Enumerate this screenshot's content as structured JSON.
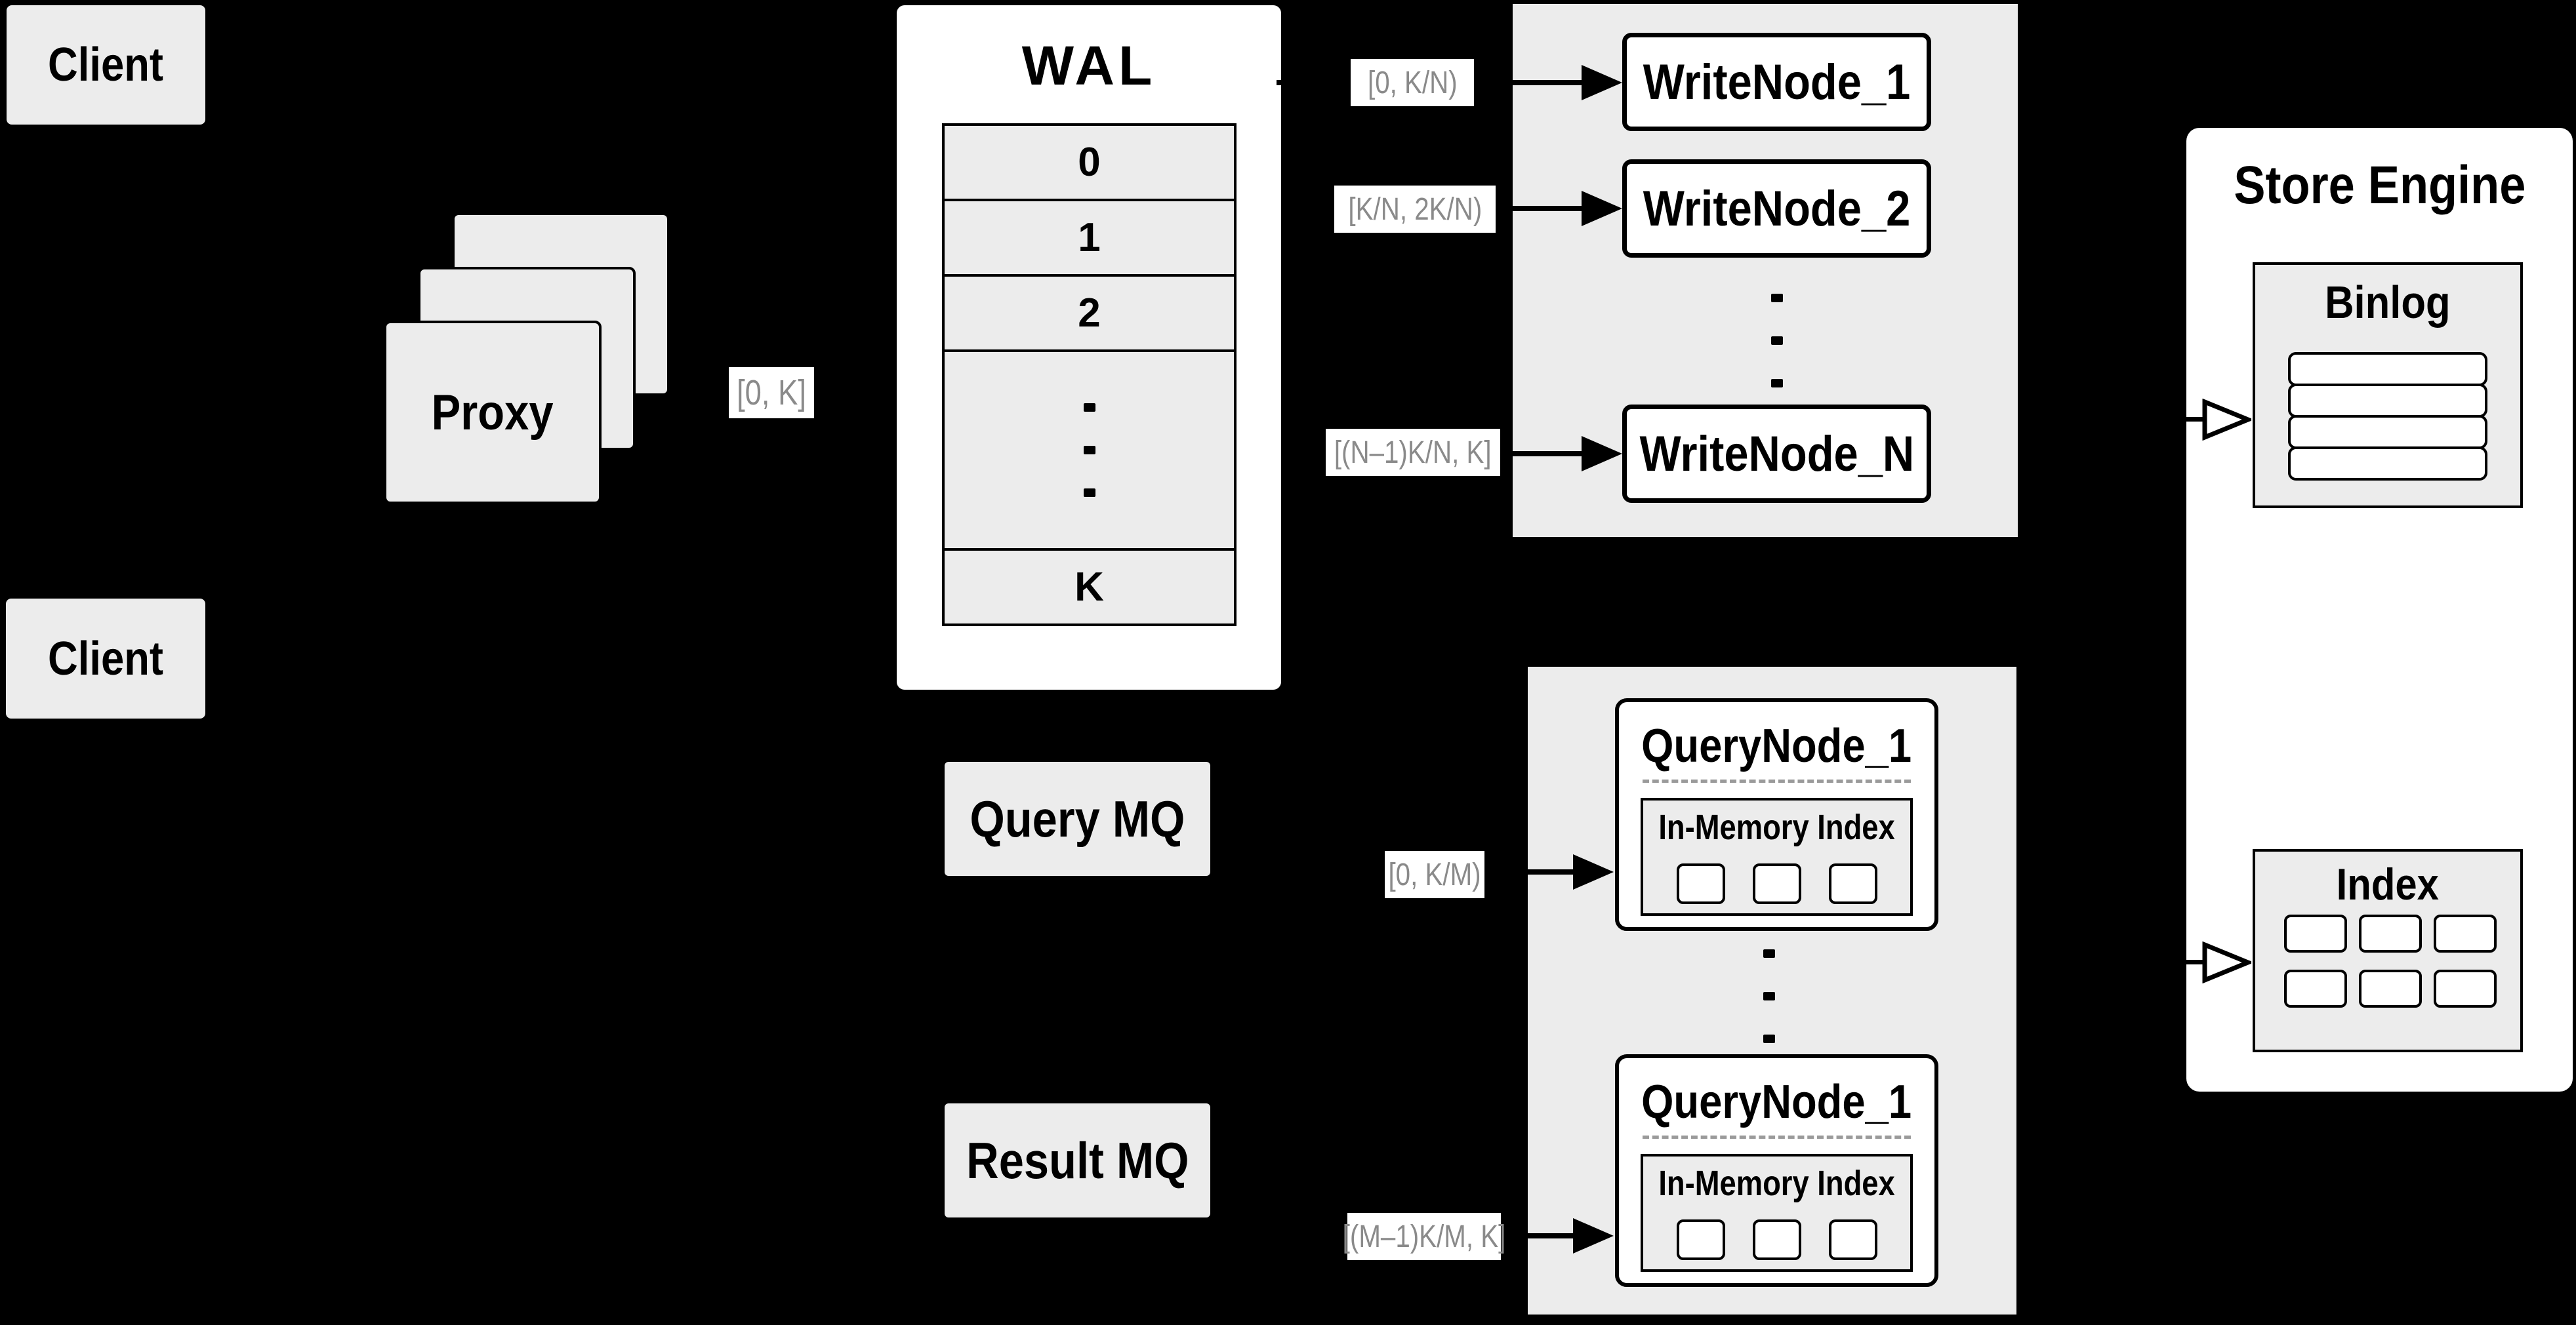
{
  "colors": {
    "background": "#000000",
    "panel_gray": "#ececec",
    "box_white": "#ffffff",
    "line_black": "#000000",
    "range_label_text": "#8a8a8a",
    "dashed_divider": "#9a9a9a"
  },
  "clients": {
    "top": "Client",
    "bottom": "Client"
  },
  "proxy": {
    "label": "Proxy",
    "range_label": "[0, K]"
  },
  "wal": {
    "title": "WAL",
    "rows": [
      "0",
      "1",
      "2"
    ],
    "last_row": "K"
  },
  "write_section": {
    "nodes": [
      {
        "label": "WriteNode_1",
        "range": "[0, K/N)"
      },
      {
        "label": "WriteNode_2",
        "range": "[K/N, 2K/N)"
      },
      {
        "label": "WriteNode_N",
        "range": "[(N–1)K/N, K]"
      }
    ]
  },
  "mq": {
    "query": "Query MQ",
    "result": "Result MQ"
  },
  "query_section": {
    "nodes": [
      {
        "label": "QueryNode_1",
        "inmem": "In-Memory Index",
        "range": "[0, K/M)"
      },
      {
        "label": "QueryNode_1",
        "inmem": "In-Memory Index",
        "range": "[(M–1)K/M, K]"
      }
    ]
  },
  "store_engine": {
    "title": "Store Engine",
    "binlog": "Binlog",
    "index": "Index"
  }
}
